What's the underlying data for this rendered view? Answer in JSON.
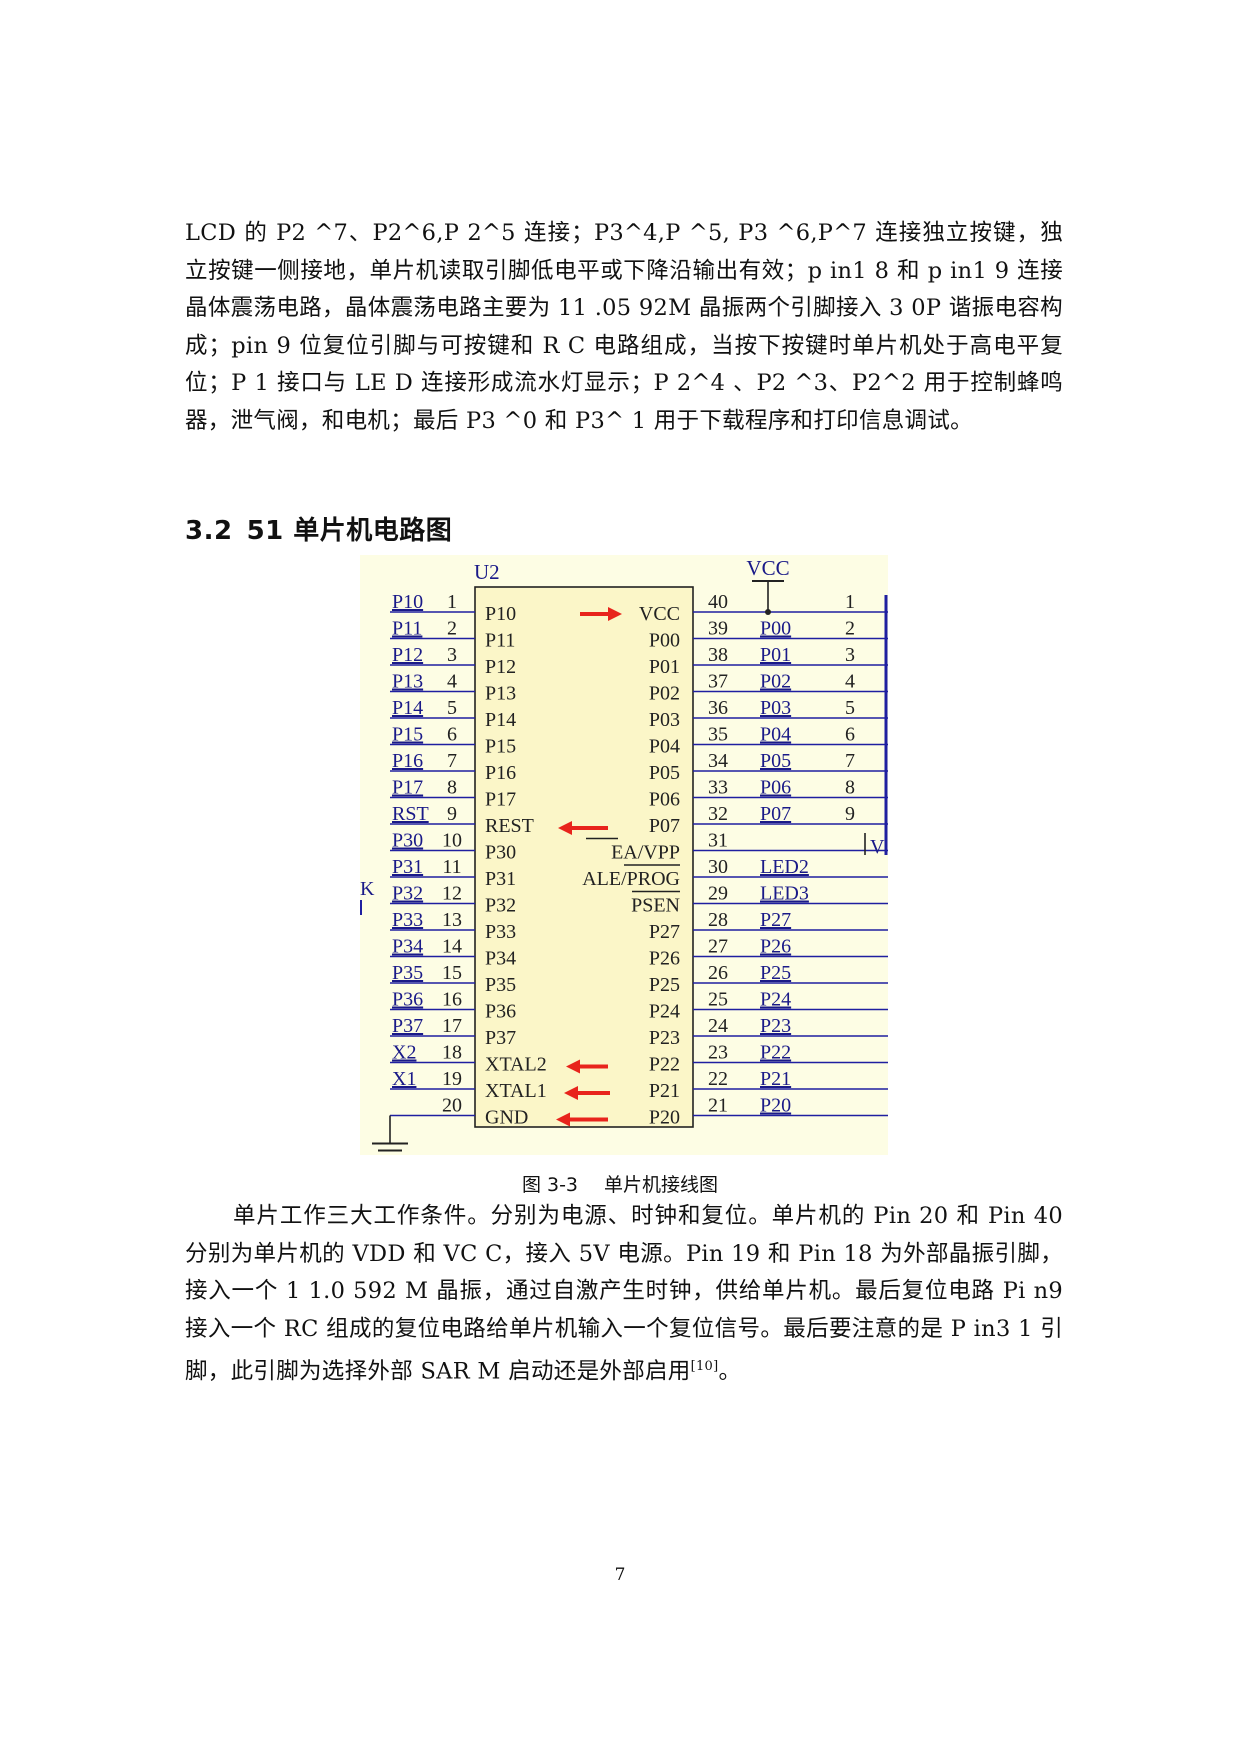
{
  "paragraph1": "LCD 的 P2 ^7、P2^6,P 2^5 连接；P3^4,P ^5, P3 ^6,P^7 连接独立按键，独立按键一侧接地，单片机读取引脚低电平或下降沿输出有效；p in1 8 和 p in1 9 连接晶体震荡电路，晶体震荡电路主要为 11 .05 92M 晶振两个引脚接入 3 0P 谐振电容构成；pin 9 位复位引脚与可按键和 R C 电路组成，当按下按键时单片机处于高电平复位；P 1 接口与 LE D 连接形成流水灯显示；P 2^4 、P2 ^3、P2^2 用于控制蜂鸣器，泄气阀，和电机；最后 P3 ^0 和 P3^ 1 用于下载程序和打印信息调试。",
  "heading": {
    "number": "3.2",
    "title": "51 单片机电路图"
  },
  "figure": {
    "chip_ref": "U2",
    "vcc_label": "VCC",
    "left_pins": [
      {
        "net": "P10",
        "num": "1",
        "name": "P10"
      },
      {
        "net": "P11",
        "num": "2",
        "name": "P11"
      },
      {
        "net": "P12",
        "num": "3",
        "name": "P12"
      },
      {
        "net": "P13",
        "num": "4",
        "name": "P13"
      },
      {
        "net": "P14",
        "num": "5",
        "name": "P14"
      },
      {
        "net": "P15",
        "num": "6",
        "name": "P15"
      },
      {
        "net": "P16",
        "num": "7",
        "name": "P16"
      },
      {
        "net": "P17",
        "num": "8",
        "name": "P17"
      },
      {
        "net": "RST",
        "num": "9",
        "name": "REST"
      },
      {
        "net": "P30",
        "num": "10",
        "name": "P30"
      },
      {
        "net": "P31",
        "num": "11",
        "name": "P31"
      },
      {
        "net": "P32",
        "num": "12",
        "name": "P32"
      },
      {
        "net": "P33",
        "num": "13",
        "name": "P33"
      },
      {
        "net": "P34",
        "num": "14",
        "name": "P34"
      },
      {
        "net": "P35",
        "num": "15",
        "name": "P35"
      },
      {
        "net": "P36",
        "num": "16",
        "name": "P36"
      },
      {
        "net": "P37",
        "num": "17",
        "name": "P37"
      },
      {
        "net": "X2",
        "num": "18",
        "name": "XTAL2"
      },
      {
        "net": "X1",
        "num": "19",
        "name": "XTAL1"
      },
      {
        "net": "",
        "num": "20",
        "name": "GND"
      }
    ],
    "right_pins": [
      {
        "name": "VCC",
        "num": "40",
        "net": "",
        "conn": "1"
      },
      {
        "name": "P00",
        "num": "39",
        "net": "P00",
        "conn": "2"
      },
      {
        "name": "P01",
        "num": "38",
        "net": "P01",
        "conn": "3"
      },
      {
        "name": "P02",
        "num": "37",
        "net": "P02",
        "conn": "4"
      },
      {
        "name": "P03",
        "num": "36",
        "net": "P03",
        "conn": "5"
      },
      {
        "name": "P04",
        "num": "35",
        "net": "P04",
        "conn": "6"
      },
      {
        "name": "P05",
        "num": "34",
        "net": "P05",
        "conn": "7"
      },
      {
        "name": "P06",
        "num": "33",
        "net": "P06",
        "conn": "8"
      },
      {
        "name": "P07",
        "num": "32",
        "net": "P07",
        "conn": "9"
      },
      {
        "name": "EA/VPP",
        "num": "31",
        "net": "",
        "conn": ""
      },
      {
        "name": "ALE/PROG",
        "num": "30",
        "net": "LED2",
        "conn": ""
      },
      {
        "name": "PSEN",
        "num": "29",
        "net": "LED3",
        "conn": ""
      },
      {
        "name": "P27",
        "num": "28",
        "net": "P27",
        "conn": ""
      },
      {
        "name": "P26",
        "num": "27",
        "net": "P26",
        "conn": ""
      },
      {
        "name": "P25",
        "num": "26",
        "net": "P25",
        "conn": ""
      },
      {
        "name": "P24",
        "num": "25",
        "net": "P24",
        "conn": ""
      },
      {
        "name": "P23",
        "num": "24",
        "net": "P23",
        "conn": ""
      },
      {
        "name": "P22",
        "num": "23",
        "net": "P22",
        "conn": ""
      },
      {
        "name": "P21",
        "num": "22",
        "net": "P21",
        "conn": ""
      },
      {
        "name": "P20",
        "num": "21",
        "net": "P20",
        "conn": ""
      }
    ],
    "edge_labels": {
      "left_k": "K",
      "right_v": "V"
    },
    "colors": {
      "background": "#fdfde4",
      "chip_fill": "#fbf6c8",
      "wire": "#1f1fa0",
      "text": "#1a1a88",
      "arrow": "#e8241c"
    }
  },
  "caption": {
    "label": "图 3-3",
    "text": "单片机接线图"
  },
  "paragraph2": {
    "text": "单片工作三大工作条件。分别为电源、时钟和复位。单片机的 Pin 20 和 Pin 40 分别为单片机的 VDD 和 VC C，接入 5V 电源。Pin 19 和 Pin 18 为外部晶振引脚，接入一个 1 1.0 592 M 晶振，通过自激产生时钟，供给单片机。最后复位电路 Pi n9 接入一个 RC 组成的复位电路给单片机输入一个复位信号。最后要注意的是 P in3 1 引脚，此引脚为选择外部 SAR M 启动还是外部启用",
    "citation": "[10]",
    "end": "。"
  },
  "page_number": "7"
}
